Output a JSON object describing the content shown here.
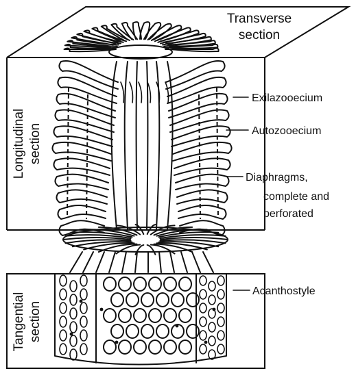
{
  "labels": {
    "transverse": [
      "Transverse",
      "section"
    ],
    "longitudinal": [
      "Longitudinal",
      "section"
    ],
    "tangential": [
      "Tangential",
      "section"
    ],
    "exilazooecium": "Exilazooecium",
    "autozooecium": "Autozooecium",
    "diaphragms": [
      "Diaphragms,",
      "complete and",
      "perforated"
    ],
    "acanthostyle": "Acanthostyle"
  }
}
